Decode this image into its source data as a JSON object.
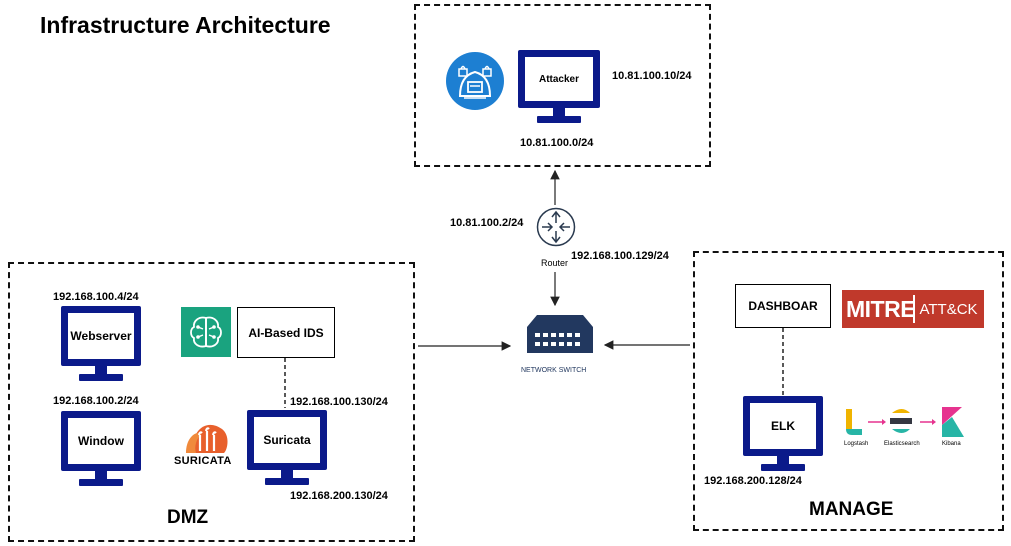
{
  "title": "Infrastructure Architecture",
  "zones": {
    "dmz": "DMZ",
    "manage": "MANAGE"
  },
  "devices": {
    "attacker": "Attacker",
    "webserver": "Webserver",
    "window": "Window",
    "suricata": "Suricata",
    "elk": "ELK"
  },
  "boxes": {
    "ai_ids": "AI-Based IDS",
    "dashboard": "DASHBOAR"
  },
  "ips": {
    "attacker_ip": "10.81.100.10/24",
    "attacker_net": "10.81.100.0/24",
    "router_wan": "10.81.100.2/24",
    "router_lan": "192.168.100.129/24",
    "webserver_ip": "192.168.100.4/24",
    "window_ip": "192.168.100.2/24",
    "suricata_ip1": "192.168.100.130/24",
    "suricata_ip2": "192.168.200.130/24",
    "elk_ip": "192.168.200.128/24"
  },
  "labels": {
    "router": "Router",
    "network_switch": "NETWORK SWITCH",
    "suricata_logo": "SURICATA",
    "mitre": "MITRE",
    "attack": "ATT&CK",
    "logstash": "Logstash",
    "elasticsearch": "Elasticsearch",
    "kibana": "Kibana"
  },
  "colors": {
    "monitor": "#0b1a8a",
    "hacker_circle": "#1d7fd2",
    "ai_icon": "#1aa37f",
    "suricata_orange": "#e8602c",
    "mitre_red": "#c0392b",
    "switch_navy": "#22385f"
  },
  "icons": [
    "hacker-icon",
    "router-icon",
    "network-switch-icon",
    "ai-brain-icon",
    "suricata-logo",
    "mitre-attack-logo",
    "elk-stack-logo"
  ]
}
